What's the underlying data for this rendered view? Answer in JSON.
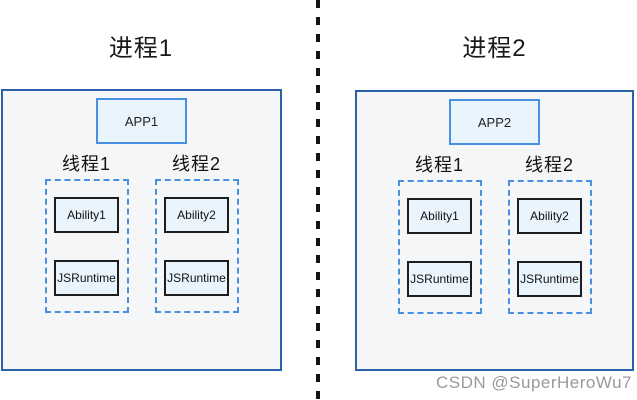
{
  "watermark": "CSDN @SuperHeroWu7",
  "colors": {
    "process_border": "#2a61a8",
    "process_fill": "#f5f6f7",
    "app_border": "#4a90e2",
    "app_fill": "#eaf4fd",
    "thread_dashed_border": "#4a90e2",
    "inner_box_border": "#1d1d1d",
    "inner_box_fill": "#eaf4fd",
    "separator_line": "#141414",
    "watermark_text": "#9a9a9a"
  },
  "processes": [
    {
      "title": "进程1",
      "app_label": "APP1",
      "threads": [
        {
          "label": "线程1",
          "boxes": [
            "Ability1",
            "JSRuntime"
          ]
        },
        {
          "label": "线程2",
          "boxes": [
            "Ability2",
            "JSRuntime"
          ]
        }
      ]
    },
    {
      "title": "进程2",
      "app_label": "APP2",
      "threads": [
        {
          "label": "线程1",
          "boxes": [
            "Ability1",
            "JSRuntime"
          ]
        },
        {
          "label": "线程2",
          "boxes": [
            "Ability2",
            "JSRuntime"
          ]
        }
      ]
    }
  ]
}
